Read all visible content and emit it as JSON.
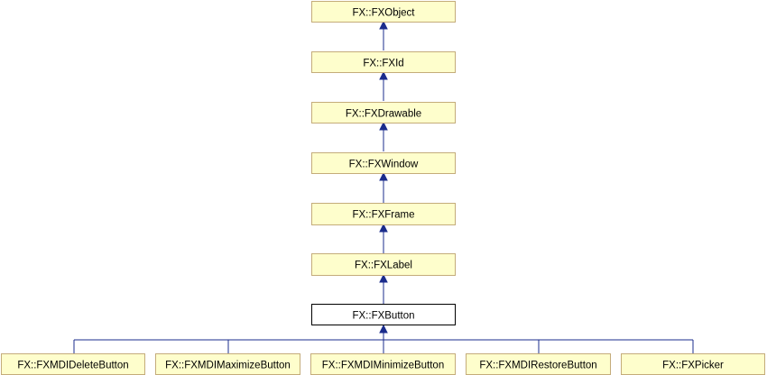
{
  "diagram": {
    "nodes": {
      "fxobject": "FX::FXObject",
      "fxid": "FX::FXId",
      "fxdrawable": "FX::FXDrawable",
      "fxwindow": "FX::FXWindow",
      "fxframe": "FX::FXFrame",
      "fxlabel": "FX::FXLabel",
      "fxbutton": "FX::FXButton",
      "fxmdideletebutton": "FX::FXMDIDeleteButton",
      "fxmdimaximizebutton": "FX::FXMDIMaximizeButton",
      "fxmdiminimizebutton": "FX::FXMDIMinimizeButton",
      "fxmdirestorebutton": "FX::FXMDIRestoreButton",
      "fxpicker": "FX::FXPicker"
    },
    "colors": {
      "node_fill": "#fefecc",
      "node_border": "#c4ac7a",
      "current_fill": "#ffffff",
      "current_border": "#000000",
      "edge": "#1b2c8c"
    }
  }
}
